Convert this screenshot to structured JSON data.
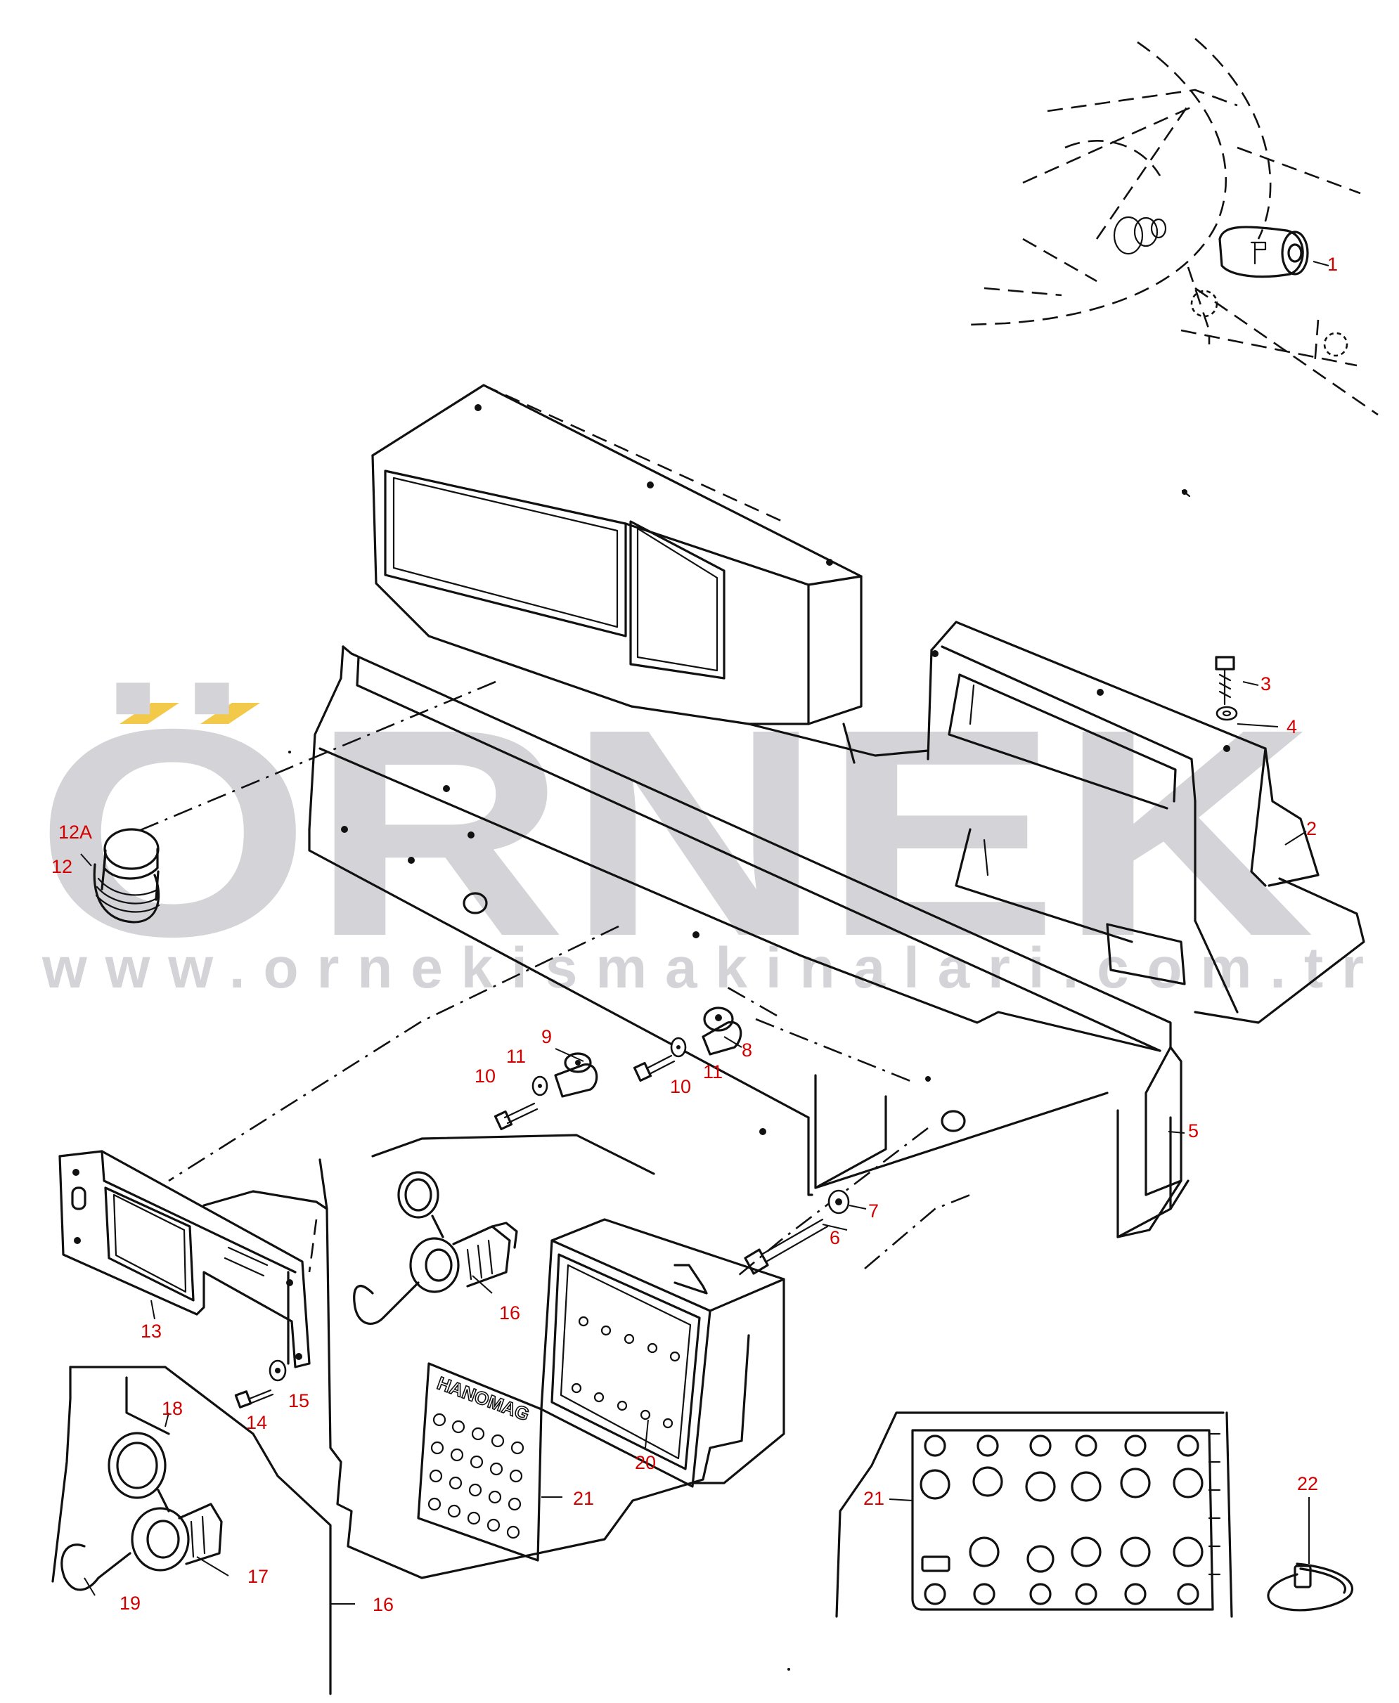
{
  "watermark": {
    "brand": "ÖRNEK",
    "url": "www.ornekismakinalari.com.tr",
    "brand_color": "#d4d4d8",
    "accent_color": "#f3c94a"
  },
  "callout_color": "#d40000",
  "callouts": [
    {
      "id": "c1",
      "text": "1"
    },
    {
      "id": "c2",
      "text": "2"
    },
    {
      "id": "c3",
      "text": "3"
    },
    {
      "id": "c4",
      "text": "4"
    },
    {
      "id": "c5",
      "text": "5"
    },
    {
      "id": "c6",
      "text": "6"
    },
    {
      "id": "c7",
      "text": "7"
    },
    {
      "id": "c8",
      "text": "8"
    },
    {
      "id": "c9",
      "text": "9"
    },
    {
      "id": "c10a",
      "text": "10"
    },
    {
      "id": "c10b",
      "text": "10"
    },
    {
      "id": "c11a",
      "text": "11"
    },
    {
      "id": "c11b",
      "text": "11"
    },
    {
      "id": "c12",
      "text": "12"
    },
    {
      "id": "c12A",
      "text": "12A"
    },
    {
      "id": "c13",
      "text": "13"
    },
    {
      "id": "c14",
      "text": "14"
    },
    {
      "id": "c15",
      "text": "15"
    },
    {
      "id": "c16a",
      "text": "16"
    },
    {
      "id": "c16b",
      "text": "16"
    },
    {
      "id": "c17",
      "text": "17"
    },
    {
      "id": "c18",
      "text": "18"
    },
    {
      "id": "c19",
      "text": "19"
    },
    {
      "id": "c20",
      "text": "20"
    },
    {
      "id": "c21a",
      "text": "21"
    },
    {
      "id": "c21b",
      "text": "21"
    },
    {
      "id": "c22",
      "text": "22"
    }
  ],
  "decal_text": "HANOMAG"
}
